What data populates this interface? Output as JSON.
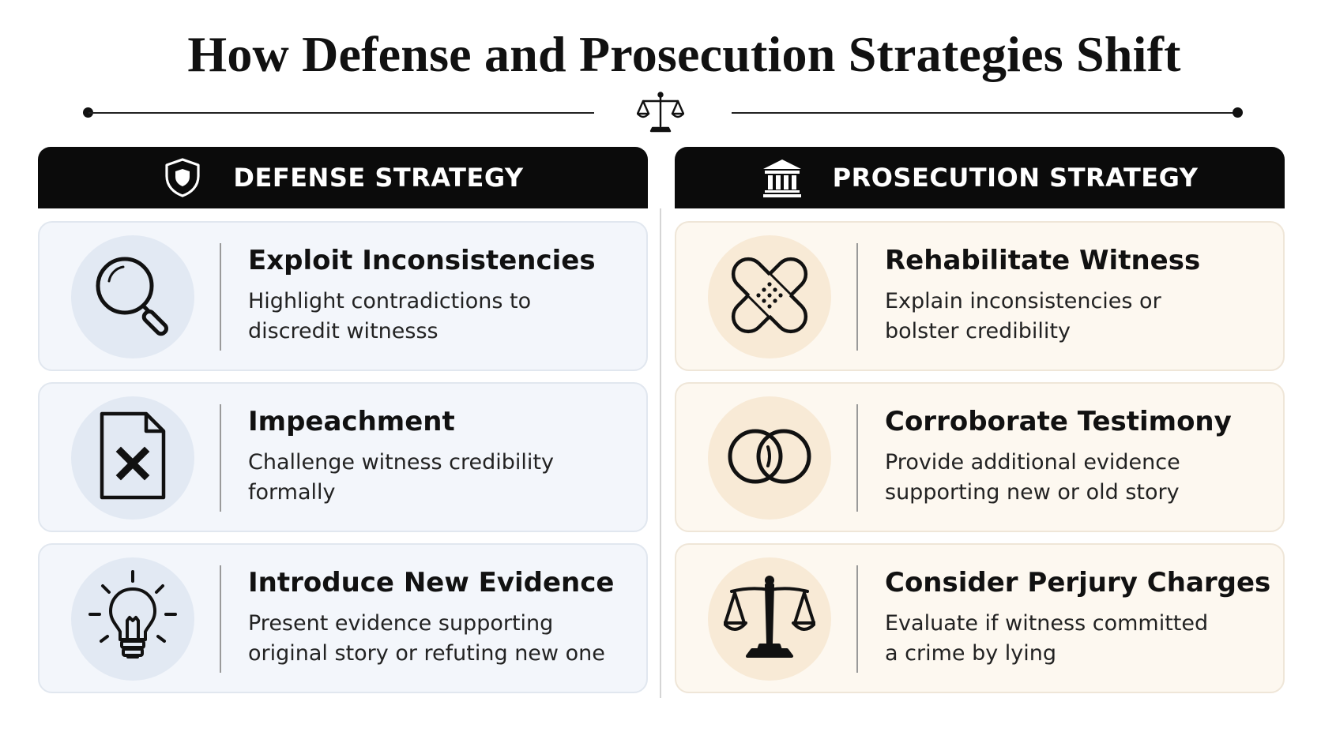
{
  "title": "How Defense and Prosecution Strategies Shift",
  "divider": {
    "center_icon": "scale-icon"
  },
  "defense": {
    "header": "DEFENSE STRATEGY",
    "header_icon": "shield-icon",
    "accent_bg": "#f3f6fb",
    "items": [
      {
        "title": "Exploit Inconsistencies",
        "desc_line1": "Highlight contradictions to",
        "desc_line2": "discredit witnesss",
        "icon": "magnifying-glass-icon"
      },
      {
        "title": "Impeachment",
        "desc_line1": "Challenge witness credibility",
        "desc_line2": "formally",
        "icon": "document-x-icon"
      },
      {
        "title": "Introduce New Evidence",
        "desc_line1": "Present evidence supporting",
        "desc_line2": "original story or refuting new one",
        "icon": "lightbulb-icon"
      }
    ]
  },
  "prosecution": {
    "header": "PROSECUTION STRATEGY",
    "header_icon": "courthouse-icon",
    "accent_bg": "#fdf8f0",
    "items": [
      {
        "title": "Rehabilitate Witness",
        "desc_line1": "Explain inconsistencies or",
        "desc_line2": "bolster credibility",
        "icon": "bandage-icon"
      },
      {
        "title": "Corroborate Testimony",
        "desc_line1": "Provide additional evidence",
        "desc_line2": "supporting new or old story",
        "icon": "overlapping-circles-icon"
      },
      {
        "title": "Consider Perjury Charges",
        "desc_line1": "Evaluate if witness committed",
        "desc_line2": "a crime by lying",
        "icon": "scale-icon"
      }
    ]
  }
}
